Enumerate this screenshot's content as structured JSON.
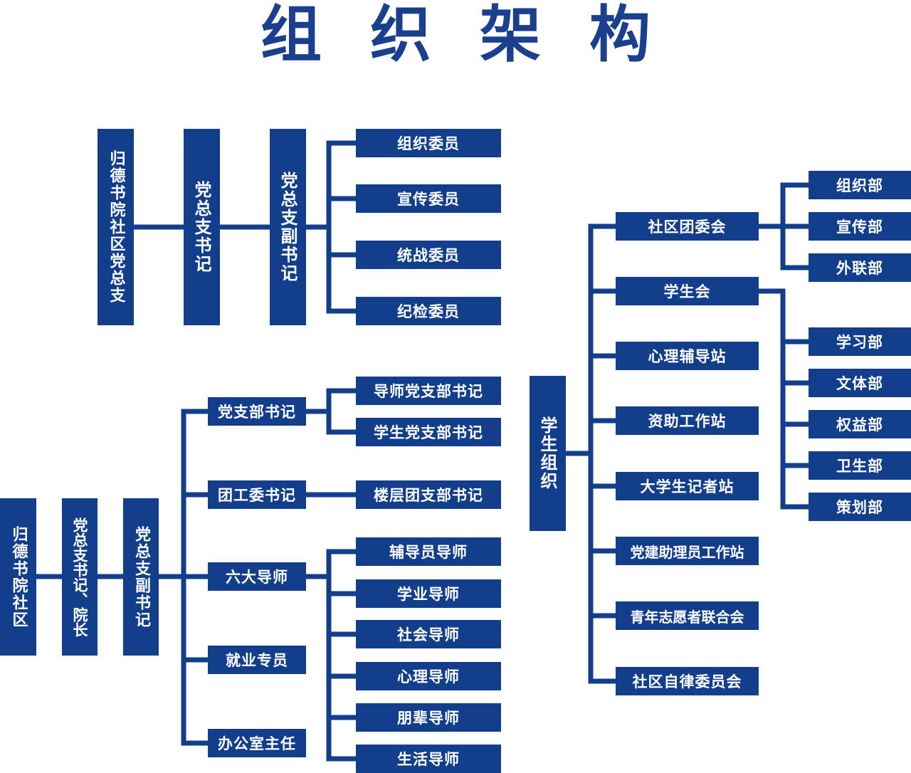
{
  "title": [
    "组",
    "织",
    "架",
    "构"
  ],
  "colors": {
    "box": "#123e8c",
    "line": "#123e8c",
    "title": "#1a3f8f",
    "background": "#ffffff"
  },
  "top_chart": {
    "root": "归德书院社区党总支",
    "level1": "党总支书记",
    "level2": "党总支副书记",
    "members": [
      "组织委员",
      "宣传委员",
      "统战委员",
      "纪检委员"
    ]
  },
  "bottom_chart": {
    "root": "归德书院社区",
    "level1": "党总支书记、院长",
    "level2": "党总支副书记",
    "groups": [
      {
        "label": "党支部书记",
        "children": [
          "导师党支部书记",
          "学生党支部书记"
        ]
      },
      {
        "label": "团工委书记",
        "children": [
          "楼层团支部书记"
        ]
      },
      {
        "label": "六大导师",
        "children": [
          "辅导员导师",
          "学业导师",
          "社会导师",
          "心理导师",
          "朋辈导师",
          "生活导师"
        ]
      },
      {
        "label": "就业专员",
        "children": []
      },
      {
        "label": "办公室主任",
        "children": []
      }
    ]
  },
  "student_org": {
    "root": "学生组织",
    "units": [
      {
        "label": "社区团委会",
        "children": [
          "组织部",
          "宣传部",
          "外联部"
        ]
      },
      {
        "label": "学生会",
        "children": [
          "学习部",
          "文体部",
          "权益部",
          "卫生部",
          "策划部"
        ]
      },
      {
        "label": "心理辅导站",
        "children": []
      },
      {
        "label": "资助工作站",
        "children": []
      },
      {
        "label": "大学生记者站",
        "children": []
      },
      {
        "label": "党建助理员工作站",
        "children": []
      },
      {
        "label": "青年志愿者联合会",
        "children": []
      },
      {
        "label": "社区自律委员会",
        "children": []
      }
    ]
  }
}
